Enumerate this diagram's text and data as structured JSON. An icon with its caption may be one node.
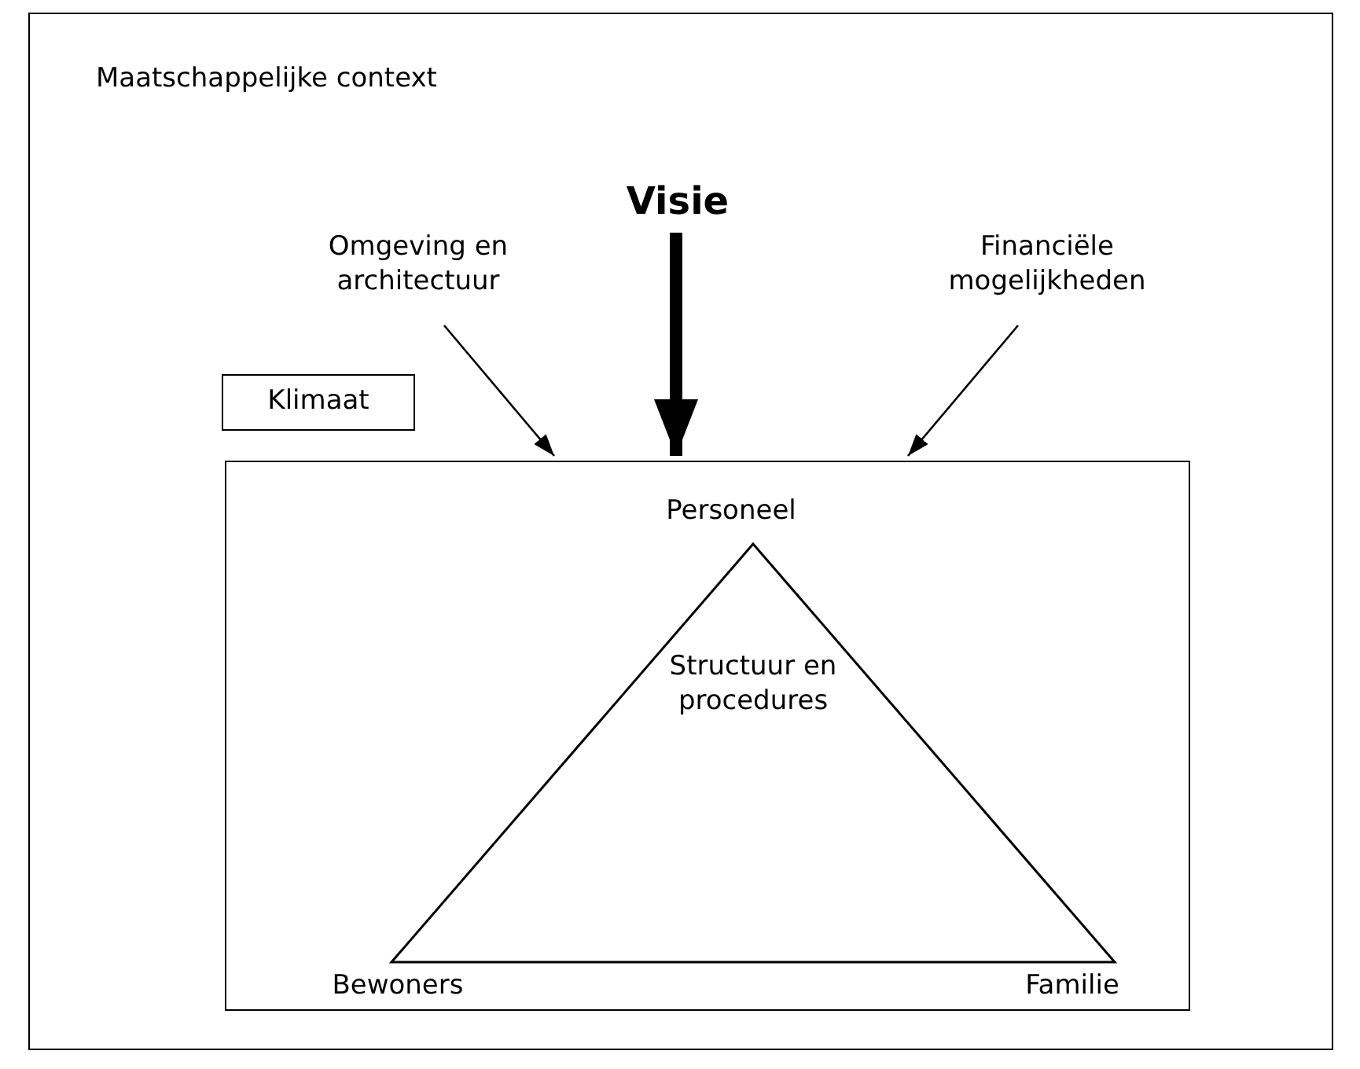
{
  "diagram": {
    "nodes": [
      {
        "text": [
          "Maatschappelijke context"
        ]
      },
      {
        "text": [
          "Visie"
        ],
        "in": 0
      },
      {
        "text": [
          "Omgeving en architectuur"
        ],
        "in": 0
      },
      {
        "text": [
          "Financiële mogelijkheden"
        ],
        "in": 0
      },
      {
        "text": [
          "Klimaat"
        ],
        "in": 0
      },
      {
        "text": [],
        "shape": "box",
        "in": 0
      },
      {
        "text": [
          "Structuur en procedures"
        ],
        "beside": [
          "Personeel",
          "Bewoners",
          "Familie"
        ],
        "in": 5
      }
    ],
    "edges": [
      {
        "from": 2,
        "to": 5,
        "arrow": "to"
      },
      {
        "from": 1,
        "to": 5,
        "arrow": "to",
        "style": "thick"
      },
      {
        "from": 3,
        "to": 5,
        "arrow": "to"
      }
    ]
  }
}
